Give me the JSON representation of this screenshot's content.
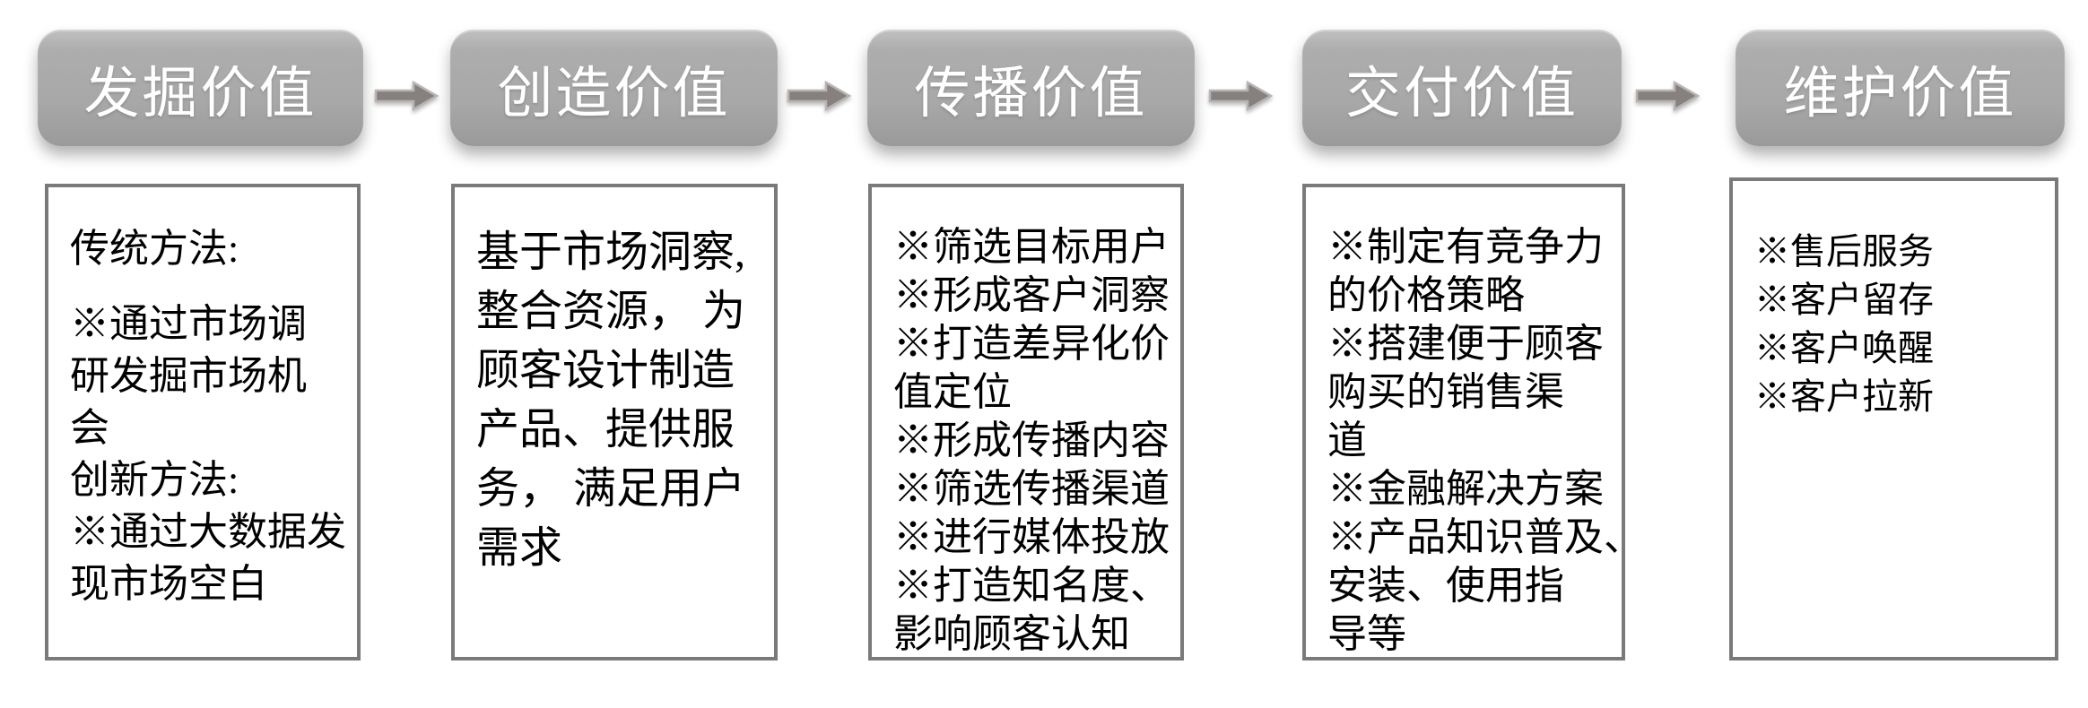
{
  "stages": [
    {
      "title": "发掘价值",
      "body_lines": [
        "传统方法:",
        "",
        "※通过市场调",
        "研发掘市场机",
        "会",
        "创新方法:",
        "※通过大数据发",
        "现市场空白"
      ]
    },
    {
      "title": "创造价值",
      "body_lines": [
        "基于市场洞察,",
        "整合资源， 为",
        "顾客设计制造",
        "产品、提供服",
        "务， 满足用户",
        "需求"
      ]
    },
    {
      "title": "传播价值",
      "body_lines": [
        "※筛选目标用户",
        "※形成客户洞察",
        "※打造差异化价",
        "值定位",
        "※形成传播内容",
        "※筛选传播渠道",
        "※进行媒体投放",
        "※打造知名度、",
        "影响顾客认知"
      ]
    },
    {
      "title": "交付价值",
      "body_lines": [
        "※制定有竞争力",
        "的价格策略",
        "※搭建便于顾客",
        "购买的销售渠",
        "道",
        "※金融解决方案",
        "※产品知识普及、",
        "安装、使用指",
        "导等"
      ]
    },
    {
      "title": "维护价值",
      "body_lines": [
        "※售后服务",
        "※客户留存",
        "※客户唤醒",
        "※客户拉新"
      ]
    }
  ],
  "colors": {
    "header_fill_top": "#c0c0c0",
    "header_fill_bottom": "#9a9a9a",
    "header_text": "#ffffff",
    "box_border": "#7a7a7a",
    "box_fill": "#ffffff",
    "arrow_fill": "#86817e",
    "arrow_outline": "#b8b4b1",
    "background": "#ffffff"
  }
}
